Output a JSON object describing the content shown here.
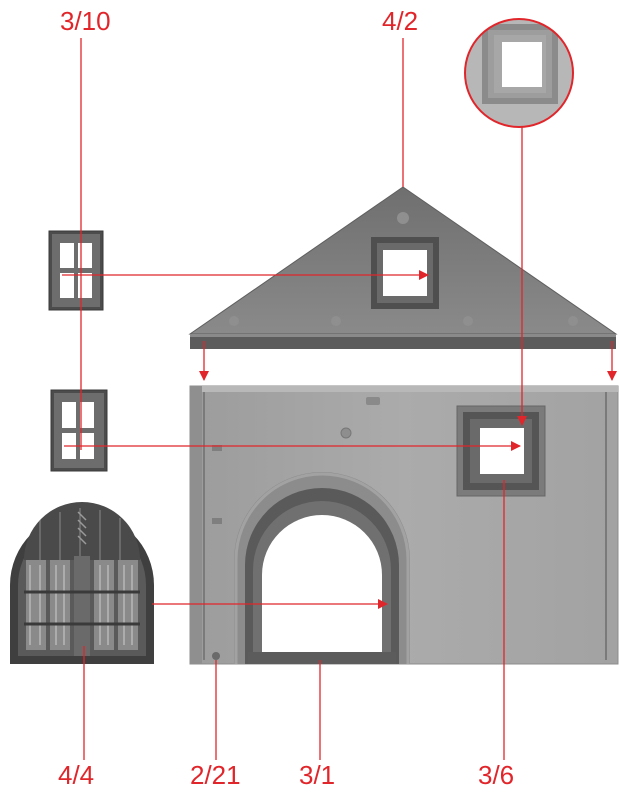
{
  "labels": {
    "window_upper": "3/10",
    "gable": "4/2",
    "door": "4/4",
    "pin": "2/21",
    "wall": "3/1",
    "window_frame": "3/6"
  },
  "colors": {
    "callout": "#e1262b",
    "wall": "#a6a6a6",
    "gable": "#7d7d7d",
    "dark_part": "#545454",
    "window_opening": "#ffffff"
  }
}
